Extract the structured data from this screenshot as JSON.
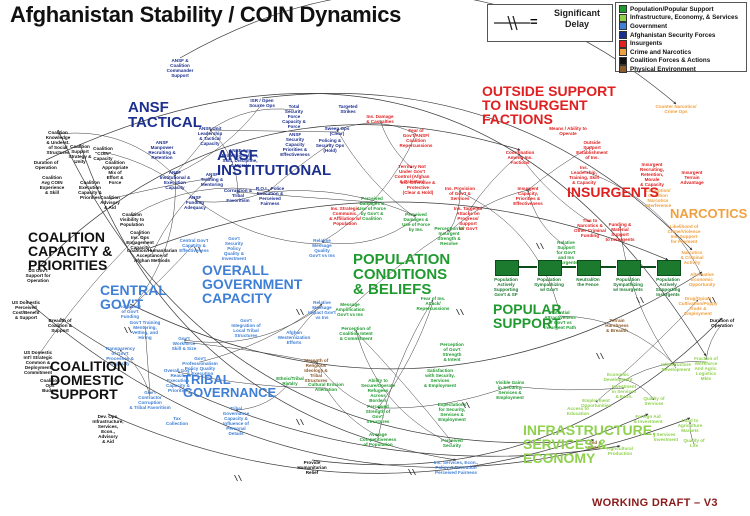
{
  "title": "Afghanistan Stability / COIN Dynamics",
  "delay_legend": {
    "equals": "=",
    "label": "Significant Delay"
  },
  "legend": [
    {
      "label": "Population/Popular Support",
      "color": "#1f9a2f"
    },
    {
      "label": "Infrastructure, Economy, & Services",
      "color": "#8fd14f"
    },
    {
      "label": "Government",
      "color": "#3f7fd6"
    },
    {
      "label": "Afghanistan Security Forces",
      "color": "#1b2f8f"
    },
    {
      "label": "Insurgents",
      "color": "#e02020"
    },
    {
      "label": "Crime and Narcotics",
      "color": "#f0a040"
    },
    {
      "label": "Coalition Forces & Actions",
      "color": "#111111"
    },
    {
      "label": "Physical Environment",
      "color": "#8b5a2b"
    }
  ],
  "sectors": {
    "ansf_tactical": "ANSF\nTACTICAL",
    "ansf_institutional": "ANSF\nINSTITUTIONAL",
    "outside_support": "OUTSIDE SUPPORT\nTO INSURGENT\nFACTIONS",
    "insurgents": "INSURGENTS",
    "narcotics": "NARCOTICS",
    "coalition_capacity": "COALITION\nCAPACITY &\nPRIORITIES",
    "overall_gov": "OVERALL\nGOVERNMENT\nCAPACITY",
    "population": "POPULATION\nCONDITIONS\n& BELIEFS",
    "central_gov": "CENTRAL\nGOV'T",
    "popular_support": "POPULAR\nSUPPORT",
    "coalition_domestic": "COALITION\nDOMESTIC\nSUPPORT",
    "tribal_governance": "TRIBAL\nGOVERNANCE",
    "infrastructure": "INFRASTRUCTURE,\nSERVICES &\nECONOMY"
  },
  "nodes": [
    {
      "text": "ANSF &\nCoalition\nCommander\nSupport",
      "color": "#1b2f8f"
    },
    {
      "text": "ISR / Open\nSource Ops",
      "color": "#1b2f8f"
    },
    {
      "text": "Total\nSecurity\nForce\nCapacity &\nForce",
      "color": "#1b2f8f"
    },
    {
      "text": "Targeted\nStrikes",
      "color": "#1b2f8f"
    },
    {
      "text": "Ins. Damage\n& Casualties",
      "color": "#e02020"
    },
    {
      "text": "Sweep Ops\n(Clear)",
      "color": "#1b2f8f"
    },
    {
      "text": "Policing &\nSecurity Ops\n(Hold)",
      "color": "#1b2f8f"
    },
    {
      "text": "Fear of\nGov't/ANSF/\nCoalition\nRepercussions",
      "color": "#e02020"
    },
    {
      "text": "ANSF Unit\nLeadership\n& Tactical\nCapacity",
      "color": "#1b2f8f"
    },
    {
      "text": "ANSF\nSecurity\nCapacity\nPriorities &\nEffectiveness",
      "color": "#1b2f8f"
    },
    {
      "text": "ANSF\nManpower\nRecruiting &\nRetention",
      "color": "#1b2f8f"
    },
    {
      "text": "ANSF Avg\nProfessionalism,\nSkill, Discipline,\n& Morale",
      "color": "#1b2f8f"
    },
    {
      "text": "ANSF\nInstitutional &\nExecution\nCapacity",
      "color": "#1b2f8f"
    },
    {
      "text": "ANSF\nTraining &\nMentoring",
      "color": "#1b2f8f"
    },
    {
      "text": "ANSF\nFunding\nAdequacy",
      "color": "#1b2f8f"
    },
    {
      "text": "Corruption &\nTribal\nFavoritism",
      "color": "#1b2f8f"
    },
    {
      "text": "R.O.L. Police\nExecution &\nPerceived\nFairness",
      "color": "#1b2f8f"
    },
    {
      "text": "Coalition\nKnowledge\n& Underst.\nof Social\nStructures",
      "color": "#111111"
    },
    {
      "text": "Coalition\nSupport\nStrategy &\nUnity",
      "color": "#111111"
    },
    {
      "text": "Coalition\n\"COIN\"\nCapacity",
      "color": "#111111"
    },
    {
      "text": "Coalition\nAppropriate\nMix of\nEffort &\nForce",
      "color": "#111111"
    },
    {
      "text": "Duration of\nOperation",
      "color": "#111111"
    },
    {
      "text": "Coalition\nAvg COIN\nExperience\n& Skill",
      "color": "#111111"
    },
    {
      "text": "Coalition\nExecution\nCapacity &\nPriorities",
      "color": "#111111"
    },
    {
      "text": "Coalition\nAdvisory\n& Aid",
      "color": "#111111"
    },
    {
      "text": "Coalition\nVisibility to\nPopulation",
      "color": "#111111"
    },
    {
      "text": "Coalition\nIns. Ops\nEngagement\nCapacity",
      "color": "#111111"
    },
    {
      "text": "Coalition/Humanitarian\nAcceptance of\nAfghan Methods",
      "color": "#111111"
    },
    {
      "text": "Ins. Strategic\nCommunic.\n& Affiliation w/\nPopulation",
      "color": "#e02020"
    },
    {
      "text": "Territory Not\nUnder Gov't\nControl (Afghan\n& Pakistan)",
      "color": "#e02020"
    },
    {
      "text": "Ins. Offensive &\nProtective\n(Clear & Hold)",
      "color": "#e02020"
    },
    {
      "text": "Ins. Provision\nof Gov't &\nServices",
      "color": "#e02020"
    },
    {
      "text": "Ins. Targeted\nAttacks on\nProgress/\nSupport\nfor Gov't",
      "color": "#e02020"
    },
    {
      "text": "Coordination\nAmong Ins.\nFactions",
      "color": "#e02020"
    },
    {
      "text": "Means / Ability to\nOperate",
      "color": "#e02020"
    },
    {
      "text": "Outside\nSupport\nEstablishment\nof Ins.",
      "color": "#e02020"
    },
    {
      "text": "Ins.\nLeadership,\nTraining, Skill\n& Capacity",
      "color": "#e02020"
    },
    {
      "text": "Insurgent\nCapacity,\nPriorities &\nEffectiveness",
      "color": "#e02020"
    },
    {
      "text": "Insurgent\nRecruiting,\nRetention,\nMorale\n& Capacity",
      "color": "#e02020"
    },
    {
      "text": "Insurgent\nTerrain\nAdvantage",
      "color": "#e02020"
    },
    {
      "text": "Counter Narcotics/\nCrime Ops",
      "color": "#f0a040"
    },
    {
      "text": "Ties to\nNarcotics &\nOther Criminal\nFunding",
      "color": "#e02020"
    },
    {
      "text": "Funding &\nMaterial\nSupport\nto Insurgents",
      "color": "#e02020"
    },
    {
      "text": "Likelihood of\nCrime/Violence\nIns. Support\nfor Payment",
      "color": "#f0a040"
    },
    {
      "text": "Corruption/\nCoalition\nNarcotics\nInterference",
      "color": "#f0a040"
    },
    {
      "text": "Narcotics\n& Criminal\nActivity",
      "color": "#f0a040"
    },
    {
      "text": "Alternative\nEconomic\nOpportunity",
      "color": "#f0a040"
    },
    {
      "text": "Drug/Opium\nCultivation/Poppy\nTrade &\nEmployment",
      "color": "#f0a040"
    },
    {
      "text": "Perceived\nDamages &\nUse of Force\nby Gov't &\nCoalition",
      "color": "#1f9a2f"
    },
    {
      "text": "Perceived\nDamages &\nUse of Force\nby Ins.",
      "color": "#1f9a2f"
    },
    {
      "text": "Perception of\nInsurgent\nStrength &\nResolve",
      "color": "#1f9a2f"
    },
    {
      "text": "Relative\nMessage\nQuality\nGov't vs Ins",
      "color": "#3f7fd6"
    },
    {
      "text": "Relative\nMessage\nImpact Gov't\nvs Ins",
      "color": "#3f7fd6"
    },
    {
      "text": "Message\nAmplification\nGov't vs Ins",
      "color": "#1f9a2f"
    },
    {
      "text": "Perception of\nCoalition Intent\n& Commitment",
      "color": "#1f9a2f"
    },
    {
      "text": "Fear of Ins.\nAttack/\nRepercussions",
      "color": "#1f9a2f"
    },
    {
      "text": "Perception\nof Gov't\nStrength\n& Intent",
      "color": "#1f9a2f"
    },
    {
      "text": "Relative\nSupport\nfor Gov't\nand Ins\nInsurgents",
      "color": "#1f9a2f"
    },
    {
      "text": "Potential\nAttractiveness\nof Gov't vs\nInsurgent Path",
      "color": "#1f9a2f"
    },
    {
      "text": "Terrain\nHarshness\n& Breadth",
      "color": "#8b5a2b"
    },
    {
      "text": "Central Gov't\nCapacity &\nEffectiveness",
      "color": "#3f7fd6"
    },
    {
      "text": "Gov't\nSecurity\nPolicy\nQuality &\nInvestment",
      "color": "#3f7fd6"
    },
    {
      "text": "Gov't\nIntegration of\nLocal Tribal\nStructures",
      "color": "#3f7fd6"
    },
    {
      "text": "Adequacy\nof Gov't\nFunding",
      "color": "#3f7fd6"
    },
    {
      "text": "Gov't Training\nMentoring,\nVetting, and\nHiring",
      "color": "#3f7fd6"
    },
    {
      "text": "Gov't\nWorkforce\nSkill & Size",
      "color": "#3f7fd6"
    },
    {
      "text": "Transparency\nof Gov't\nProcesses &\nCapacity",
      "color": "#3f7fd6"
    },
    {
      "text": "Gov't\nProfessionalism\nPolicy Quality\n& Execution",
      "color": "#3f7fd6"
    },
    {
      "text": "Overall Gov't\nReach,\nExecution\nCapacity &\nPriorities",
      "color": "#3f7fd6"
    },
    {
      "text": "Gov't\nContractor\nCorruption\n& Tribal Favoritism",
      "color": "#3f7fd6"
    },
    {
      "text": "Tax\nCollection",
      "color": "#3f7fd6"
    },
    {
      "text": "Strength of\nReligious\nIdeology &\nTribal\nStructures",
      "color": "#8b5a2b"
    },
    {
      "text": "Cultural Erosion\nAlienation",
      "color": "#1f9a2f"
    },
    {
      "text": "Afghan\nWesternization\nEfforts",
      "color": "#3f7fd6"
    },
    {
      "text": "Ethnic/Tribal\nRivalry",
      "color": "#1f9a2f"
    },
    {
      "text": "Tribal\nGovernance\nCapacity &\nInfluence of\nPersonal\nDetails",
      "color": "#3f7fd6"
    },
    {
      "text": "Ability to\nSecure/Operate\nRefugees\nAcross\nBorders",
      "color": "#1f9a2f"
    },
    {
      "text": "Perceived\nStrength of\nGov't\nStructures",
      "color": "#1f9a2f"
    },
    {
      "text": "Average\nCompetitiveness\nof Population",
      "color": "#1f9a2f"
    },
    {
      "text": "Perceived\nSecurity",
      "color": "#1f9a2f"
    },
    {
      "text": "Satisfaction\nwith Security,\nServices\n& Employment",
      "color": "#1f9a2f"
    },
    {
      "text": "Expectations\nfor Security,\nServices &\nEmployment",
      "color": "#1f9a2f"
    },
    {
      "text": "Visible Gains\nin Security,\nServices &\nEmployment",
      "color": "#1f9a2f"
    },
    {
      "text": "Provide\nHumanitarian\nRelief",
      "color": "#111111"
    },
    {
      "text": "Ins. Services, Econ.,\nPolicy & Execution\nPerceived Fairness",
      "color": "#3f7fd6"
    },
    {
      "text": "US Domestic\nPerceived\nCost/Benefit\n& Support",
      "color": "#111111"
    },
    {
      "text": "US Gov't\nSupport for\nOperation",
      "color": "#111111"
    },
    {
      "text": "Breadth of\nCoalition &\nSupport",
      "color": "#111111"
    },
    {
      "text": "US Domestic\nInt'l Strategic\nCommon &\nDeployment\nCommitment",
      "color": "#111111"
    },
    {
      "text": "Coalition\nOps\nBudget",
      "color": "#111111"
    },
    {
      "text": "Dev. Ops.\nInfrastructure,\nServices,\nEcon.,\nAdvisory\n& Aid",
      "color": "#111111"
    },
    {
      "text": "Economic\nDevelopment",
      "color": "#8fd14f"
    },
    {
      "text": "Infrastructure\nDevelopment",
      "color": "#8fd14f"
    },
    {
      "text": "Employment\nOpportunities",
      "color": "#8fd14f"
    },
    {
      "text": "Quality of\nServices",
      "color": "#8fd14f"
    },
    {
      "text": "Investment\nin Services\n& Econ.",
      "color": "#8fd14f"
    },
    {
      "text": "Foreign Aid\n& Investment",
      "color": "#8fd14f"
    },
    {
      "text": "Access to\nEducation",
      "color": "#8fd14f"
    },
    {
      "text": "Agricultural\nProduction",
      "color": "#8fd14f"
    },
    {
      "text": "Fraction of\nWorkforce\nAnd Agric.\nLogistics\nMkts",
      "color": "#8fd14f"
    },
    {
      "text": "Duration of\nOperation",
      "color": "#111111"
    },
    {
      "text": "Load to\nAgriculture\nMarkets",
      "color": "#8fd14f"
    },
    {
      "text": "Services\nInvestment",
      "color": "#8fd14f"
    },
    {
      "text": "Land &\nWater",
      "color": "#8b5a2b"
    },
    {
      "text": "Quality of\nLife",
      "color": "#8fd14f"
    }
  ],
  "stocks": [
    {
      "label": "Population\nActively\nSupporting\nGov't & SF"
    },
    {
      "label": "Population\nSympathizing\nw/ Gov't"
    },
    {
      "label": "Neutral/On\nthe Fence"
    },
    {
      "label": "Population\nSympathizing\nw/ Insurgents"
    },
    {
      "label": "Population\nActively\nSupporting\nInsurgents"
    }
  ],
  "footer": "WORKING DRAFT – V3"
}
